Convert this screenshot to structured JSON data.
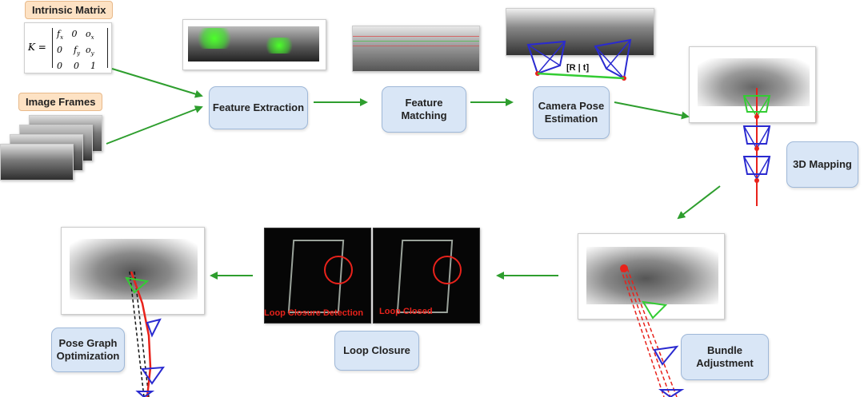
{
  "labels": {
    "intrinsic_matrix": "Intrinsic Matrix",
    "image_frames": "Image Frames",
    "feature_extraction": "Feature Extraction",
    "feature_matching_1": "Feature",
    "feature_matching_2": "Matching",
    "camera_pose_1": "Camera Pose",
    "camera_pose_2": "Estimation",
    "mapping_3d": "3D Mapping",
    "bundle_1": "Bundle",
    "bundle_2": "Adjustment",
    "loop_closure": "Loop Closure",
    "pose_graph_1": "Pose Graph",
    "pose_graph_2": "Optimization",
    "rt": "[R | t]",
    "loop_detection": "Loop Closure Detection",
    "loop_closed": "Loop Closed"
  },
  "matrix": {
    "k": "K =",
    "r1": [
      "f",
      "0",
      "o"
    ],
    "r2": [
      "0",
      "f",
      "o"
    ],
    "r3": [
      "0",
      "0",
      "1"
    ],
    "sub_x": "x",
    "sub_y": "y"
  },
  "colors": {
    "arrow": "#2e9e2e",
    "box_fill": "#d9e6f6",
    "tag_fill": "#fde2c4",
    "trajectory": "#e8221b",
    "camera_blue": "#2a2ad0",
    "camera_green": "#33cc33"
  }
}
